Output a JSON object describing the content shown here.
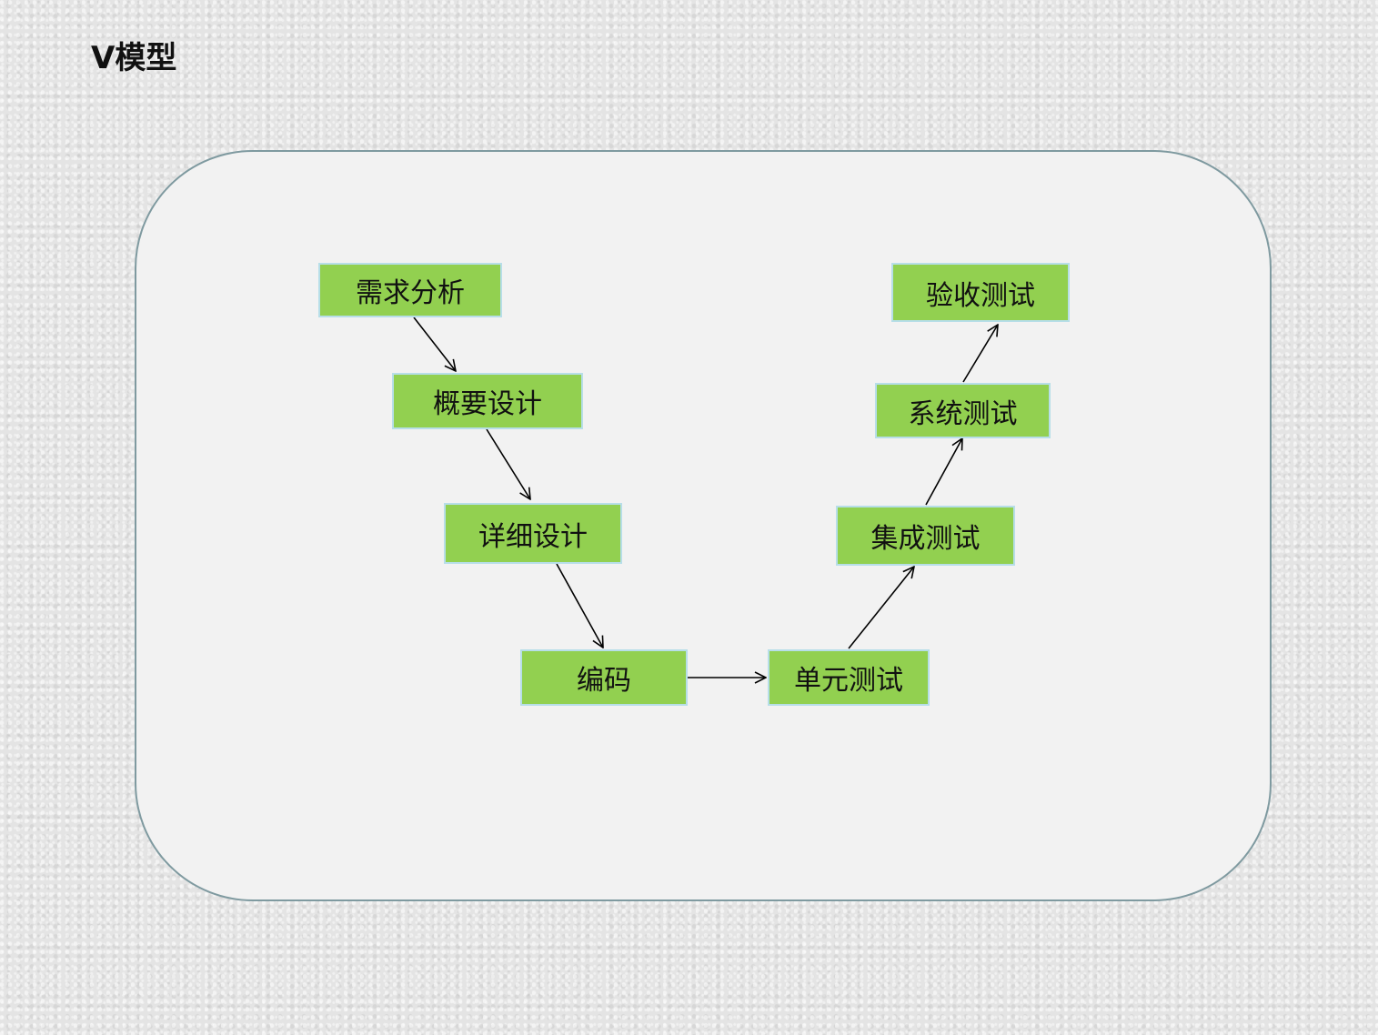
{
  "title": "V模型",
  "steps": {
    "requirements": "需求分析",
    "outline_design": "概要设计",
    "detailed_design": "详细设计",
    "coding": "编码",
    "unit_test": "单元测试",
    "integration_test": "集成测试",
    "system_test": "系统测试",
    "acceptance_test": "验收测试"
  },
  "colors": {
    "box_fill": "#92d050",
    "box_border": "#b7dee8",
    "panel_fill": "#f2f2f2",
    "panel_border": "#7f9aa0",
    "arrow": "#000000"
  }
}
